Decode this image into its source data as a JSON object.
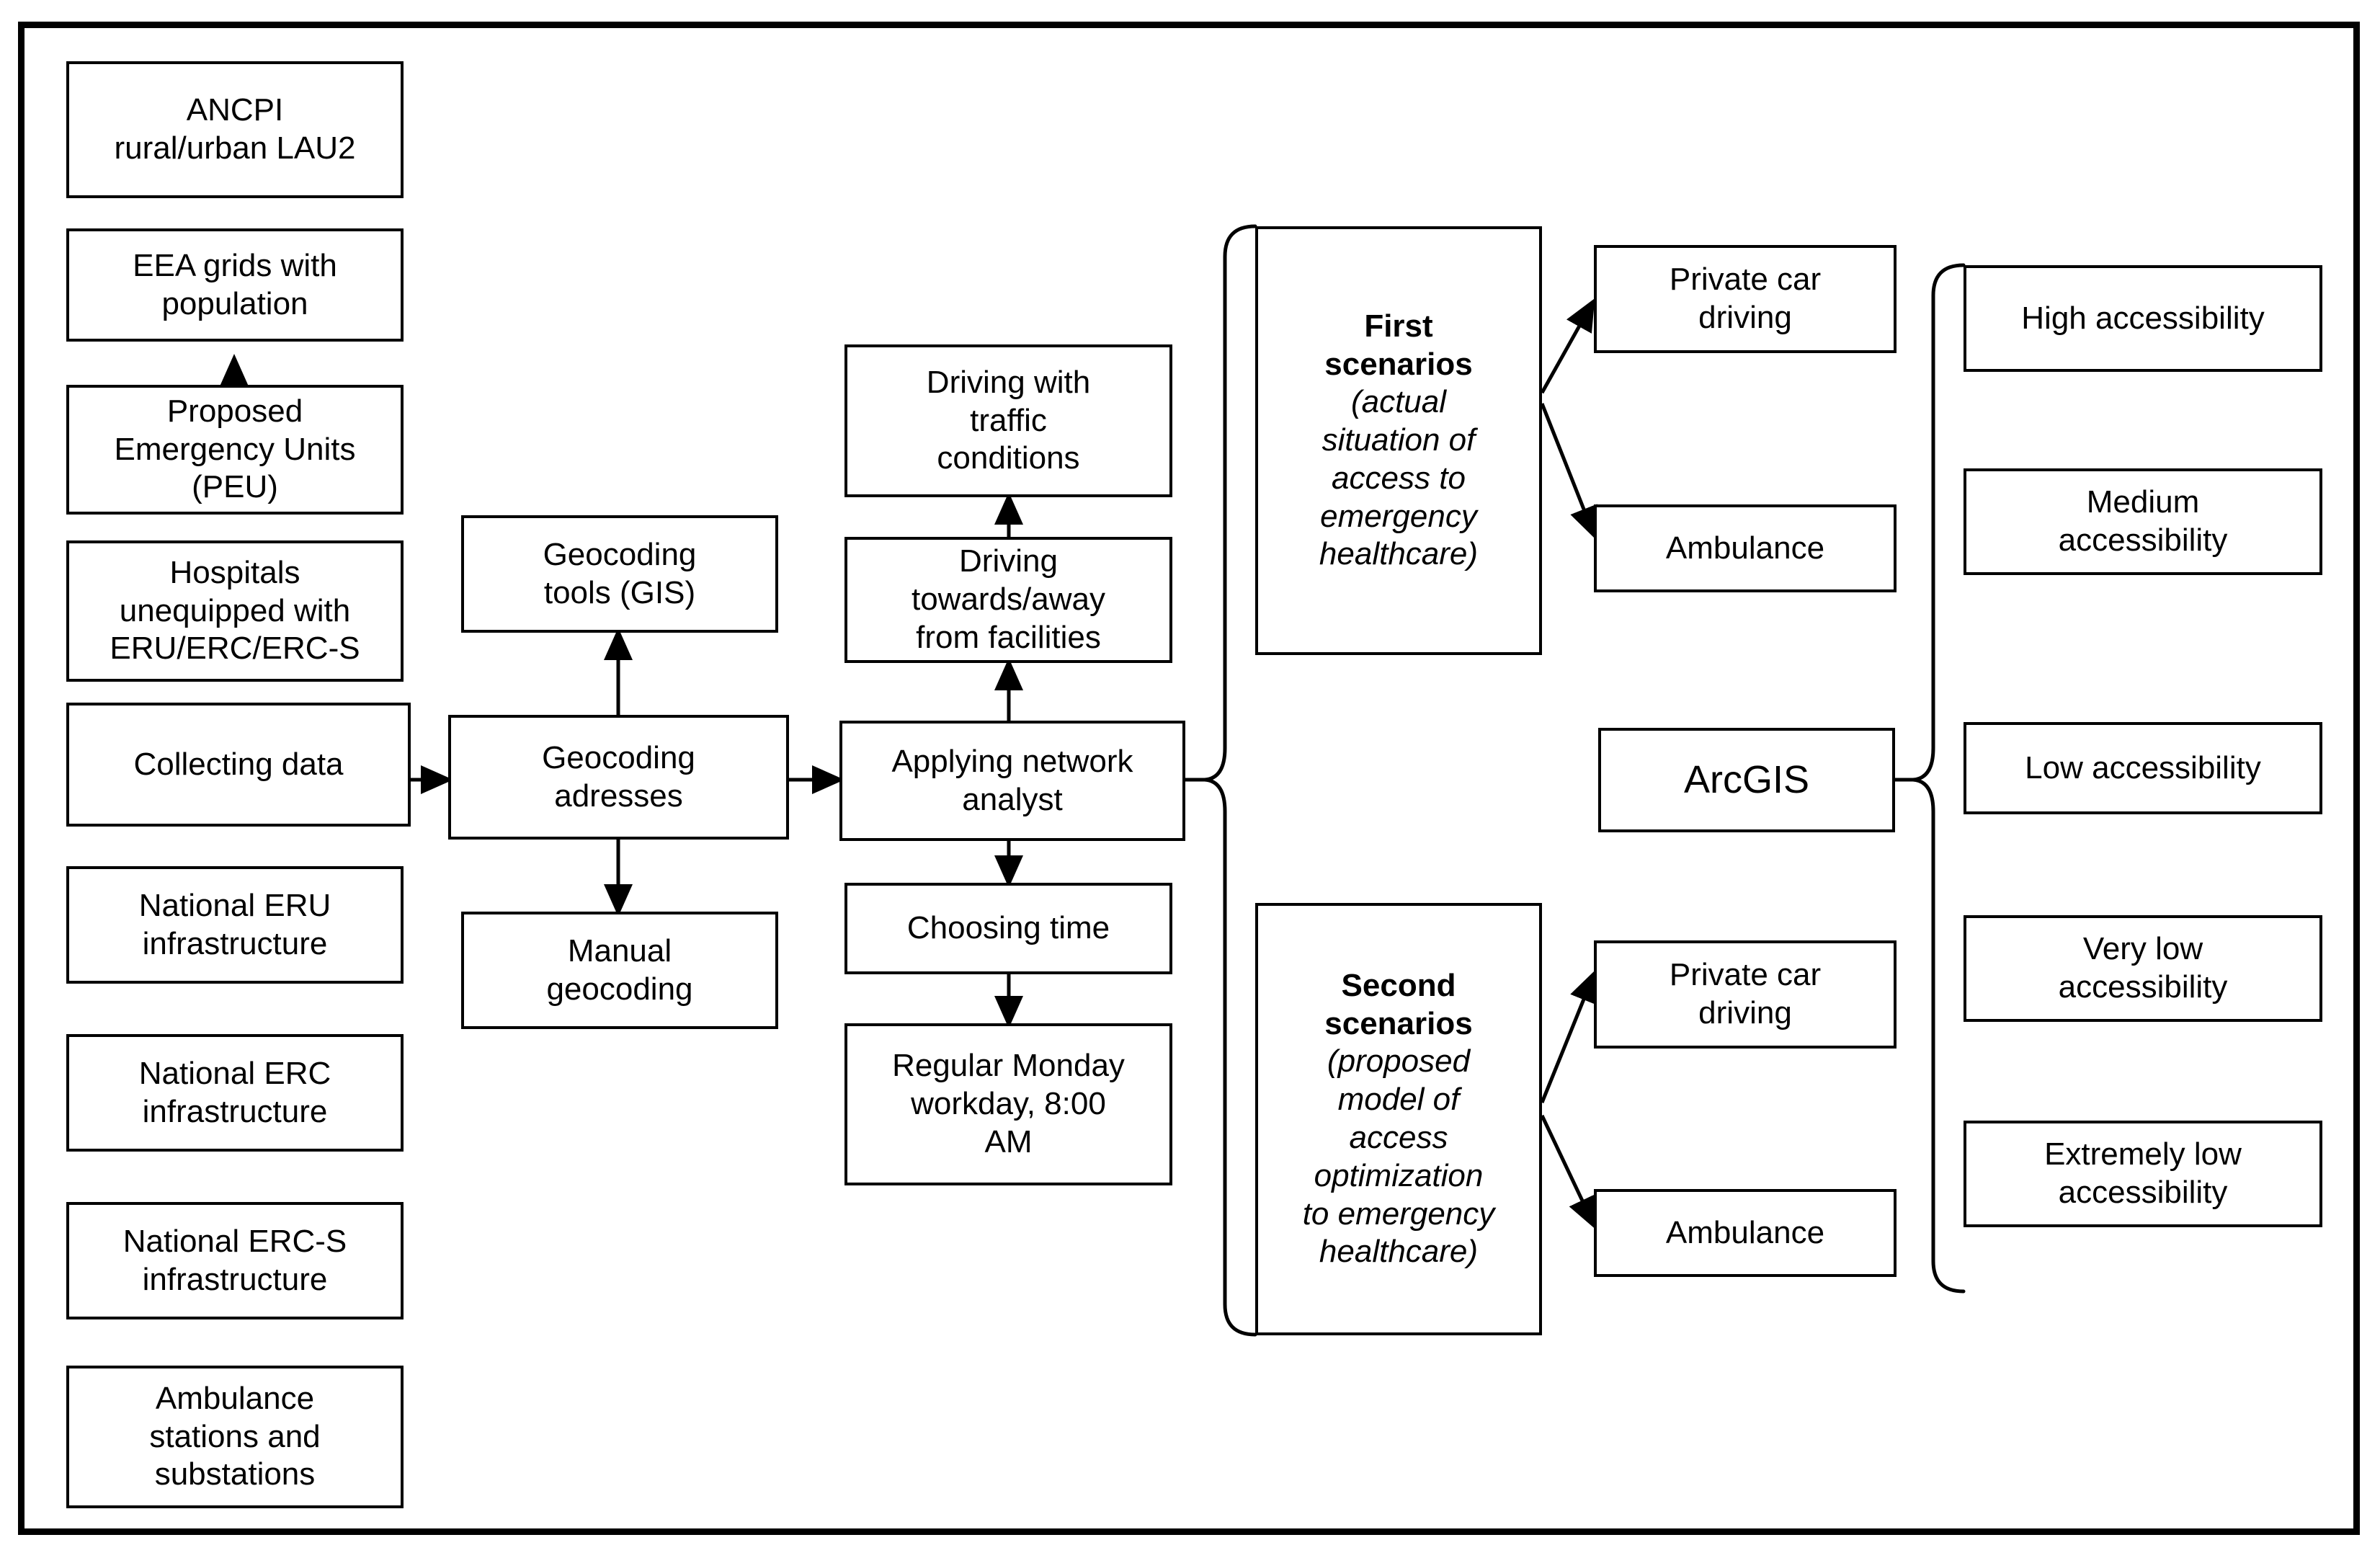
{
  "diagram": {
    "title_visible": false,
    "stroke_color": "#000000",
    "background_color": "#ffffff",
    "frame": {
      "border_color": "#000000"
    }
  },
  "data_sources_column": {
    "name": "data-sources-column",
    "nodes": [
      {
        "id": "ancpi",
        "label": "ANCPI\nrural/urban LAU2"
      },
      {
        "id": "eea_grids",
        "label": "EEA grids with\npopulation"
      },
      {
        "id": "peu",
        "label": "Proposed\nEmergency Units\n(PEU)"
      },
      {
        "id": "hospitals",
        "label": "Hospitals\nunequipped with\nERU/ERC/ERC-S"
      },
      {
        "id": "collecting_data",
        "label": "Collecting data"
      },
      {
        "id": "national_eru",
        "label": "National ERU\ninfrastructure"
      },
      {
        "id": "national_erc",
        "label": "National ERC\ninfrastructure"
      },
      {
        "id": "national_erc_s",
        "label": "National ERC-S\ninfrastructure"
      },
      {
        "id": "ambulance_stations",
        "label": "Ambulance\nstations and\nsubstations"
      }
    ]
  },
  "geocoding_column": {
    "name": "geocoding-column",
    "nodes": [
      {
        "id": "geocoding_tools",
        "label": "Geocoding\ntools (GIS)"
      },
      {
        "id": "geocoding_adresses",
        "label": "Geocoding\nadresses"
      },
      {
        "id": "manual_geocoding",
        "label": "Manual\ngeocoding"
      }
    ]
  },
  "network_column": {
    "name": "network-analyst-column",
    "nodes": [
      {
        "id": "driving_traffic",
        "label": "Driving with\ntraffic\nconditions"
      },
      {
        "id": "driving_facilities",
        "label": "Driving\ntowards/away\nfrom facilities"
      },
      {
        "id": "applying_network_analyst",
        "label": "Applying network\nanalyst"
      },
      {
        "id": "choosing_time",
        "label": "Choosing time"
      },
      {
        "id": "regular_monday",
        "label": "Regular Monday\nworkday, 8:00\nAM"
      }
    ]
  },
  "scenarios_column": {
    "name": "scenarios-column",
    "nodes": [
      {
        "id": "first_scenarios",
        "title": "First\nscenarios",
        "subtitle": "(actual\nsituation of\naccess to\nemergency\nhealthcare)"
      },
      {
        "id": "second_scenarios",
        "title": "Second\nscenarios",
        "subtitle": "(proposed\nmodel of\naccess\noptimization\nto emergency\nhealthcare)"
      }
    ]
  },
  "modes_column": {
    "name": "transport-modes-column",
    "first_scenario_modes": [
      {
        "id": "first_private_car",
        "label": "Private car\ndriving"
      },
      {
        "id": "first_ambulance",
        "label": "Ambulance"
      }
    ],
    "second_scenario_modes": [
      {
        "id": "second_private_car",
        "label": "Private car\ndriving"
      },
      {
        "id": "second_ambulance",
        "label": "Ambulance"
      }
    ]
  },
  "software": {
    "name": "software-node",
    "label": "ArcGIS"
  },
  "accessibility_column": {
    "name": "accessibility-results-column",
    "nodes": [
      {
        "id": "high",
        "label": "High accessibility"
      },
      {
        "id": "medium",
        "label": "Medium\naccessibility"
      },
      {
        "id": "low",
        "label": "Low accessibility"
      },
      {
        "id": "very_low",
        "label": "Very low\naccessibility"
      },
      {
        "id": "extremely_low",
        "label": "Extremely low\naccessibility"
      }
    ]
  }
}
